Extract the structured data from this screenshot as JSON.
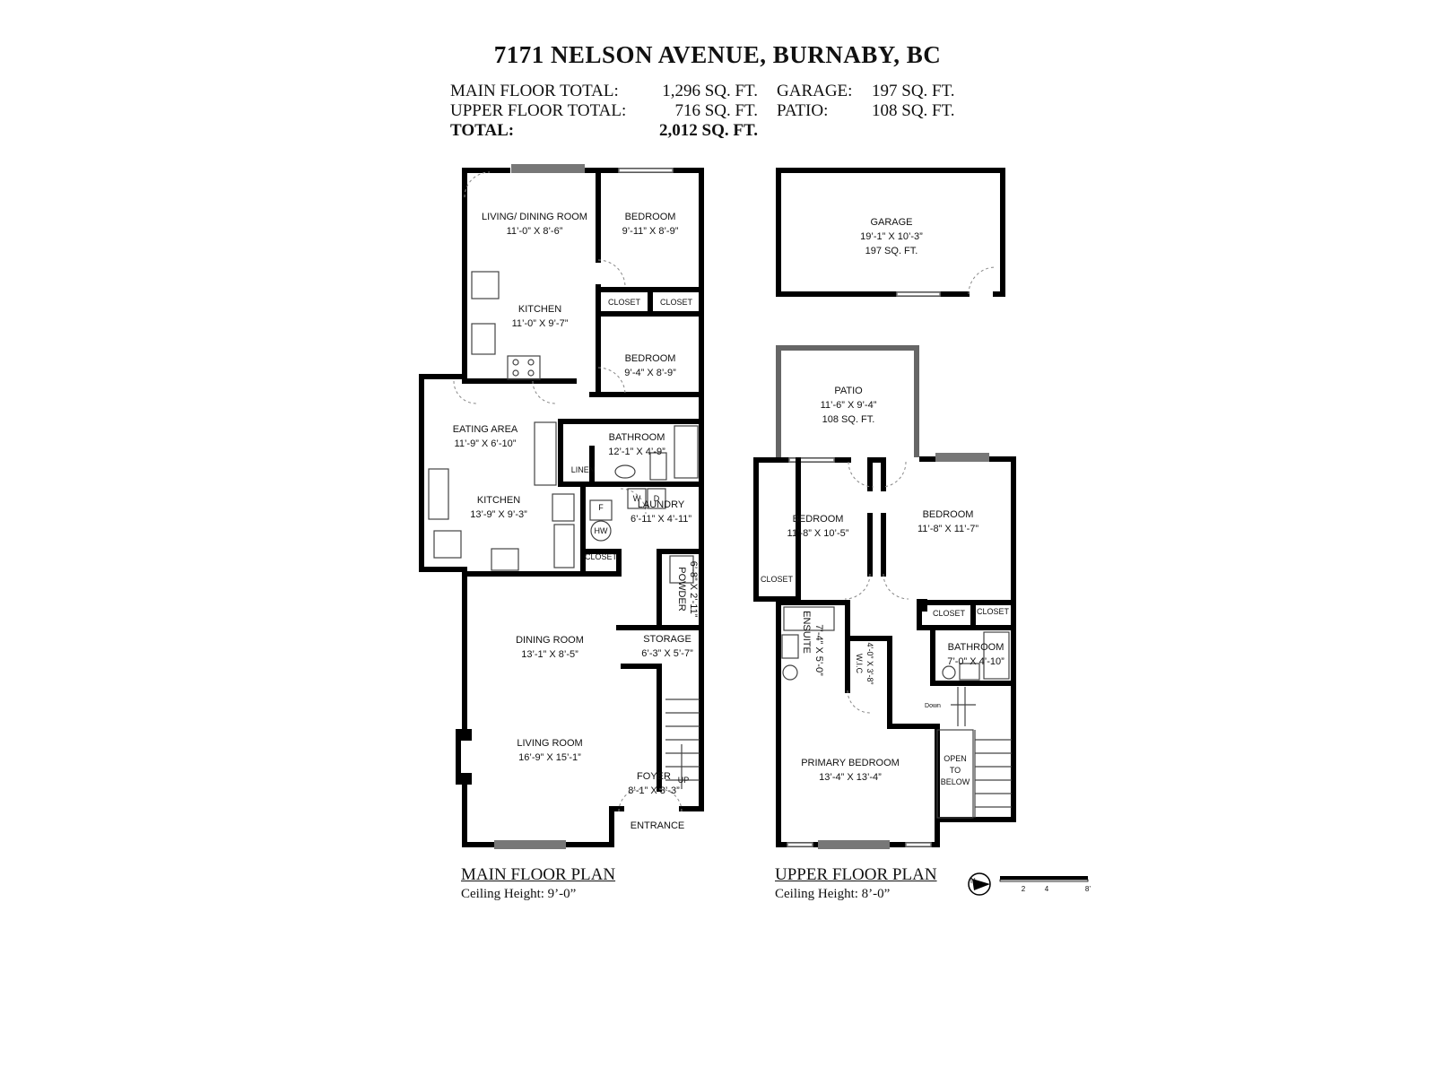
{
  "header": {
    "title": "7171 NELSON AVENUE, BURNABY, BC",
    "main_floor_label": "MAIN FLOOR TOTAL:",
    "main_floor_value": "1,296 SQ. FT.",
    "upper_floor_label": "UPPER FLOOR TOTAL:",
    "upper_floor_value": "716 SQ. FT.",
    "total_label": "TOTAL:",
    "total_value": "2,012 SQ. FT.",
    "garage_label": "GARAGE:",
    "garage_value": "197 SQ. FT.",
    "patio_label": "PATIO:",
    "patio_value": "108 SQ. FT."
  },
  "main_floor": {
    "plan_title": "MAIN FLOOR PLAN",
    "ceiling": "Ceiling Height: 9’-0”",
    "rooms": [
      {
        "name": "LIVING/ DINING ROOM",
        "dims": "11’-0” X 8’-6”"
      },
      {
        "name": "BEDROOM",
        "dims": "9’-11” X 8’-9”"
      },
      {
        "name": "CLOSET"
      },
      {
        "name": "CLOSET"
      },
      {
        "name": "KITCHEN",
        "dims": "11’-0” X 9’-7”"
      },
      {
        "name": "BEDROOM",
        "dims": "9’-4” X 8’-9”"
      },
      {
        "name": "EATING AREA",
        "dims": "11’-9” X 6’-10”"
      },
      {
        "name": "BATHROOM",
        "dims": "12’-1” X 4’-9”"
      },
      {
        "name": "LINEN"
      },
      {
        "name": "KITCHEN",
        "dims": "13’-9” X 9’-3”"
      },
      {
        "name": "LAUNDRY",
        "dims": "6’-11” X 4’-11”"
      },
      {
        "name": "CLOSET"
      },
      {
        "name": "POWDER",
        "dims": "6’-8” X 2’-11”"
      },
      {
        "name": "DINING ROOM",
        "dims": "13’-1” X 8’-5”"
      },
      {
        "name": "STORAGE",
        "dims": "6’-3” X 5’-7”"
      },
      {
        "name": "LIVING ROOM",
        "dims": "16’-9” X 15’-1”"
      },
      {
        "name": "FOYER",
        "dims": "8’-1” X 3’-3”"
      }
    ],
    "entrance": "ENTRANCE",
    "appliance_f": "F",
    "appliance_hw": "HW",
    "appliance_w": "W",
    "appliance_d": "D",
    "stair_up": "UP"
  },
  "upper_floor": {
    "plan_title": "UPPER FLOOR PLAN",
    "ceiling": "Ceiling Height: 8’-0”",
    "garage": {
      "name": "GARAGE",
      "dims": "19’-1” X 10’-3”",
      "area": "197 SQ. FT."
    },
    "patio": {
      "name": "PATIO",
      "dims": "11’-6” X 9’-4”",
      "area": "108 SQ. FT."
    },
    "rooms": [
      {
        "name": "BEDROOM",
        "dims": "11’-8” X 10’-5”"
      },
      {
        "name": "BEDROOM",
        "dims": "11’-8” X 11’-7”"
      },
      {
        "name": "CLOSET"
      },
      {
        "name": "CLOSET"
      },
      {
        "name": "CLOSET"
      },
      {
        "name": "ENSUITE",
        "dims": "7’-4” X 5’-0”"
      },
      {
        "name": "W.I.C",
        "dims": "4’-0” X 3’-8”"
      },
      {
        "name": "BATHROOM",
        "dims": "7’-0” X 4’-10”"
      },
      {
        "name": "PRIMARY BEDROOM",
        "dims": "13’-4” X 13’-4”"
      }
    ],
    "open_to_below": [
      "OPEN",
      "TO",
      "BELOW"
    ],
    "stair_down": "Down"
  },
  "compass": {
    "letter": "N"
  },
  "scale": {
    "ticks": [
      "2",
      "4",
      "8’"
    ]
  }
}
